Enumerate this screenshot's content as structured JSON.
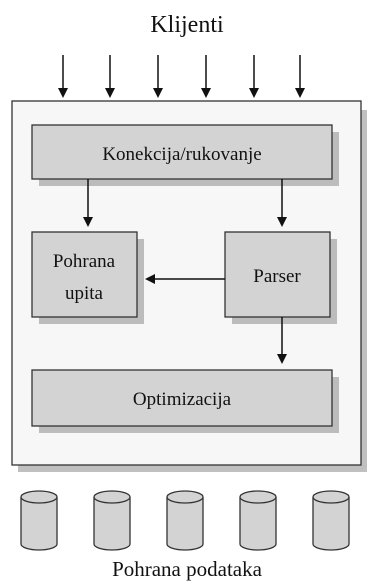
{
  "top_label": "Klijenti",
  "bottom_label": "Pohrana podataka",
  "boxes": {
    "connection": "Konekcija/rukovanje",
    "query_cache_line1": "Pohrana",
    "query_cache_line2": "upita",
    "parser": "Parser",
    "optimizer": "Optimizacija"
  },
  "colors": {
    "box_fill": "#d3d3d3",
    "container_fill": "#f7f7f7",
    "stroke": "#333333"
  }
}
